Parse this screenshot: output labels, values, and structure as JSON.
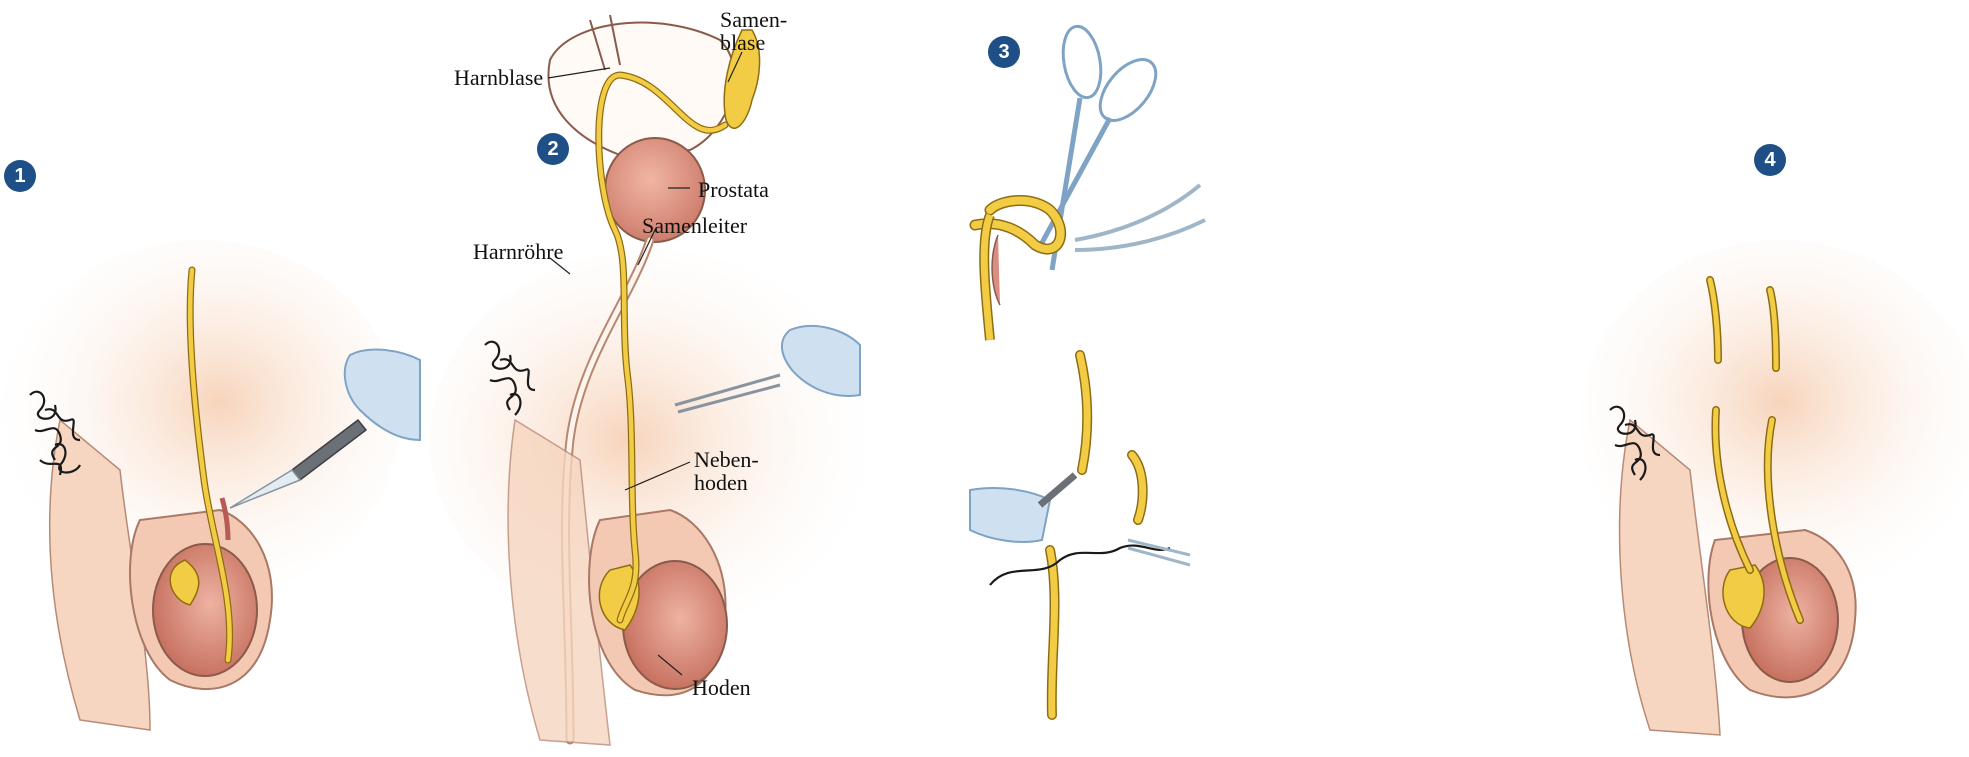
{
  "colors": {
    "skin": "#f7d9c2",
    "skin_light": "#fbe9dc",
    "skin_outline": "#8a5a4a",
    "testis": "#e8a08e",
    "testis_dark": "#c97464",
    "duct": "#f3cc46",
    "duct_outline": "#8e6d12",
    "glove": "#cfe1f1",
    "glove_outline": "#7fa3c4",
    "instrument": "#6b7076",
    "hair": "#1a1a1a",
    "badge": "#1e4f86"
  },
  "panels": [
    {
      "badge": "1"
    },
    {
      "badge": "2"
    },
    {
      "badge": "3"
    },
    {
      "badge": "4"
    }
  ],
  "labels": {
    "harnblase": "Harnblase",
    "samenblase_1": "Samen-",
    "samenblase_2": "blase",
    "prostata": "Prostata",
    "samenleiter": "Samenleiter",
    "harnroehre": "Harnröhre",
    "nebenhoden_1": "Neben-",
    "nebenhoden_2": "hoden",
    "hoden": "Hoden"
  },
  "icons": [
    "scalpel-icon",
    "scissors-icon",
    "forceps-icon",
    "cautery-icon",
    "suture-needle-icon",
    "gloved-hand-icon"
  ]
}
